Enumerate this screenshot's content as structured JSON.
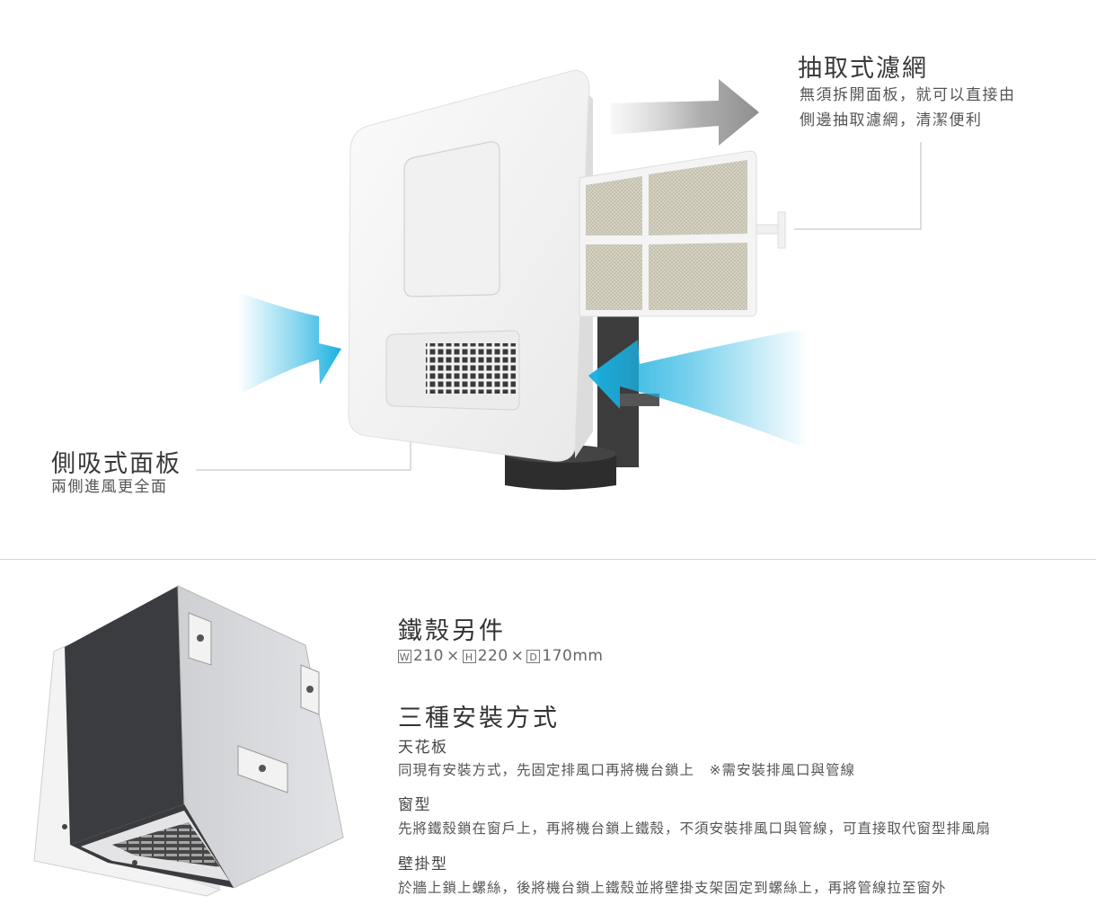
{
  "features": {
    "filter": {
      "title": "抽取式濾網",
      "lines": [
        "無須拆開面板，就可以直接由",
        "側邊抽取濾網，清潔便利"
      ]
    },
    "panel": {
      "title": "側吸式面板",
      "desc": "兩側進風更全面"
    }
  },
  "casing": {
    "title": "鐵殼另件",
    "dims": [
      {
        "label": "W",
        "value": "210"
      },
      {
        "label": "H",
        "value": "220"
      },
      {
        "label": "D",
        "value": "170mm"
      }
    ],
    "times": "×"
  },
  "install": {
    "title": "三種安裝方式",
    "methods": [
      {
        "name": "天花板",
        "desc": "同現有安裝方式，先固定排風口再將機台鎖上　※需安裝排風口與管線"
      },
      {
        "name": "窗型",
        "desc": "先將鐵殼鎖在窗戶上，再將機台鎖上鐵殼，不須安裝排風口與管線，可直接取代窗型排風扇"
      },
      {
        "name": "壁掛型",
        "desc": "於牆上鎖上螺絲，後將機台鎖上鐵殼並將壁掛支架固定到螺絲上，再將管線拉至窗外"
      }
    ]
  },
  "colors": {
    "airflow_blue": "#1ab0e0",
    "arrow_gray": "#9a9a9a",
    "divider": "#d6d6d6"
  }
}
